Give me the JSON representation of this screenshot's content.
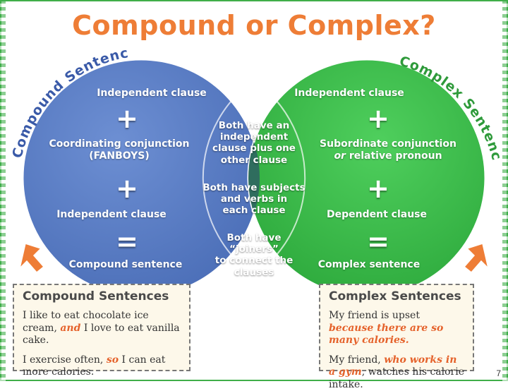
{
  "title": "Compound or Complex?",
  "arc_left": "Compound Sentences",
  "arc_right": "Complex Sentences",
  "left": {
    "line1": "Independent clause",
    "plus1": "+",
    "line2a": "Coordinating conjunction",
    "line2b": "(FANBOYS)",
    "plus2": "+",
    "line3": "Independent clause",
    "equals": "=",
    "result": "Compound sentence"
  },
  "middle": {
    "block1": [
      "Both have an",
      "independent",
      "clause plus one",
      "other clause"
    ],
    "block2": [
      "Both have subjects",
      "and verbs in",
      "each clause"
    ],
    "block3": [
      "Both have “joiners”",
      "to connect the",
      "clauses"
    ]
  },
  "right": {
    "line1": "Independent clause",
    "plus1": "+",
    "line2a": "Subordinate conjunction",
    "line2b_em": "or",
    "line2b_rest": " relative pronoun",
    "plus2": "+",
    "line3": "Dependent clause",
    "equals": "=",
    "result": "Complex sentence"
  },
  "box_left": {
    "heading": "Compound Sentences",
    "ex1_pre": "I like to eat chocolate ice cream,",
    "ex1_hl": "and",
    "ex1_post": " I love to eat vanilla cake.",
    "ex2_pre": "I exercise often, ",
    "ex2_hl": "so",
    "ex2_post": " I can eat more calories."
  },
  "box_right": {
    "heading": "Complex Sentences",
    "ex1_pre": "My friend is upset ",
    "ex1_hl": "because there are so many calories.",
    "ex2_pre": "My friend, ",
    "ex2_hl": "who works in a gym",
    "ex2_post": ", watches his calorie intake."
  },
  "page_number": "7",
  "colors": {
    "blue": "#5b7fc6",
    "green": "#3cbf4a",
    "overlap": "#2f6d5e",
    "orange": "#ee7d36",
    "arc_text": "#3a5aa8"
  }
}
